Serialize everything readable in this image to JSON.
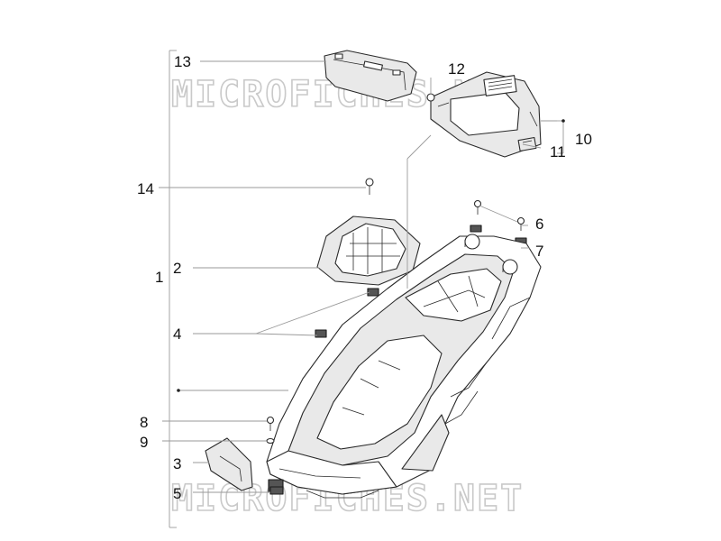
{
  "watermark": {
    "text": "MICROFICHES.NET",
    "color": "#c9c9c9"
  },
  "callouts": [
    {
      "id": "c13",
      "label": "13"
    },
    {
      "id": "c12",
      "label": "12"
    },
    {
      "id": "c10",
      "label": "10"
    },
    {
      "id": "c11",
      "label": "11"
    },
    {
      "id": "c14",
      "label": "14"
    },
    {
      "id": "c6",
      "label": "6"
    },
    {
      "id": "c7",
      "label": "7"
    },
    {
      "id": "c2",
      "label": "2"
    },
    {
      "id": "c1",
      "label": "1"
    },
    {
      "id": "c4",
      "label": "4"
    },
    {
      "id": "c8",
      "label": "8"
    },
    {
      "id": "c9",
      "label": "9"
    },
    {
      "id": "c3",
      "label": "3"
    },
    {
      "id": "c5",
      "label": "5"
    }
  ],
  "colors": {
    "line": "#2a2a2a",
    "leader": "#9a9a9a",
    "text": "#111111"
  }
}
